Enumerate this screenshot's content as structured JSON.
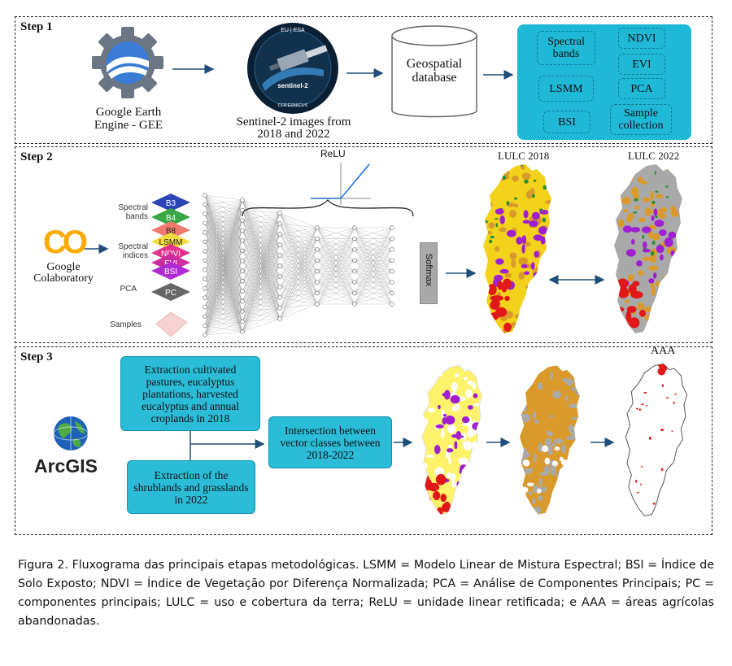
{
  "steps": {
    "s1": "Step 1",
    "s2": "Step 2",
    "s3": "Step 3"
  },
  "step1": {
    "gee_line1": "Google Earth",
    "gee_line2": "Engine - GEE",
    "sentinel_line1": "Sentinel-2 images from",
    "sentinel_line2": "2018 and 2022",
    "sentinel_badge_top": "EU | ESA",
    "sentinel_badge_mid": "sentinel-2",
    "sentinel_badge_bottom": "COPERNICUS",
    "db_line1": "Geospatial",
    "db_line2": "database",
    "products": {
      "spectral_bands": "Spectral bands",
      "ndvi": "NDVI",
      "evi": "EVI",
      "lsmm": "LSMM",
      "pca": "PCA",
      "bsi": "BSI",
      "sample_collection": "Sample collection"
    }
  },
  "step2": {
    "colab_logo": "CO",
    "colab_line1": "Google",
    "colab_line2": "Colaboratory",
    "relu": "ReLU",
    "softmax": "Softmax",
    "lulc2018": "LULC 2018",
    "lulc2022": "LULC 2022",
    "group_labels": {
      "spectral_bands": "Spectral bands",
      "spectral_indices": "Spectral indices",
      "pca": "PCA",
      "samples": "Samples"
    },
    "layers": {
      "b3": "B3",
      "b4": "B4",
      "b8": "B8",
      "lsmm": "LSMM",
      "ndvi": "NDVI",
      "evi": "EVI",
      "bsi": "BSI",
      "pc": "PC"
    }
  },
  "step3": {
    "arcgis": "ArcGIS",
    "extract_2018": "Extraction cultivated pastures, eucalyptus plantations, harvested eucalyptus and annual croplands in 2018",
    "extract_2022": "Extraction of the shrublands and grasslands in 2022",
    "intersection": "Intersection between vector classes between 2018-2022",
    "aaa": "AAA"
  },
  "caption": "Figura 2. Fluxograma das principais etapas metodológicas. LSMM = Modelo Linear de Mistura Espectral; BSI = Índice de Solo Exposto; NDVI = Índice de Vegetação por Diferença Normalizada; PCA = Análise de Componentes Principais; PC = componentes principais; LULC = uso e cobertura da terra; ReLU = unidade linear retificada; e AAA = áreas agrícolas abandonadas.",
  "colors": {
    "teal": "#1fb8d6",
    "teal_card": "#2bbcd8",
    "arrow": "#1f4e79",
    "map_yellow": "#f2d21a",
    "map_orange": "#d99a2b",
    "map_purple": "#a020d0",
    "map_red": "#e01818",
    "map_gray": "#a9a9a9"
  }
}
